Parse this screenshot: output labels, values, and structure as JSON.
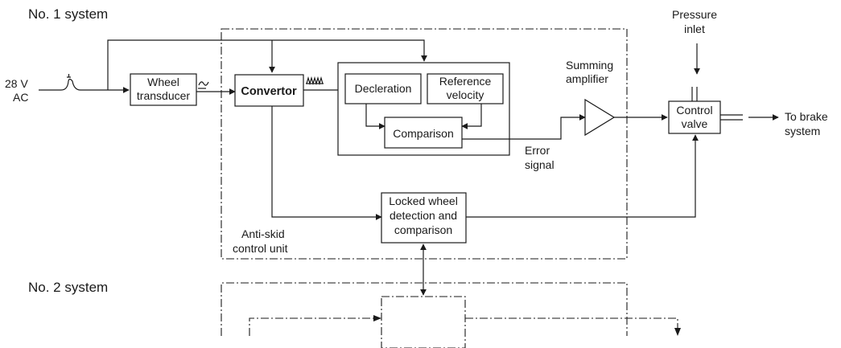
{
  "system1_label": "No. 1 system",
  "system2_label": "No. 2 system",
  "input": {
    "line1": "28 V",
    "line2": "AC"
  },
  "wheel_transducer": {
    "line1": "Wheel",
    "line2": "transducer"
  },
  "convertor": "Convertor",
  "decleration": "Decleration",
  "reference_velocity": {
    "line1": "Reference",
    "line2": "velocity"
  },
  "comparison": "Comparison",
  "error_signal": {
    "line1": "Error",
    "line2": "signal"
  },
  "summing_amplifier": {
    "line1": "Summing",
    "line2": "amplifier"
  },
  "pressure_inlet": {
    "line1": "Pressure",
    "line2": "inlet"
  },
  "control_valve": {
    "line1": "Control",
    "line2": "valve"
  },
  "to_brake_system": {
    "line1": "To brake",
    "line2": "system"
  },
  "locked_wheel": {
    "line1": "Locked wheel",
    "line2": "detection and",
    "line3": "comparison"
  },
  "anti_skid_unit": {
    "line1": "Anti-skid",
    "line2": "control unit"
  }
}
